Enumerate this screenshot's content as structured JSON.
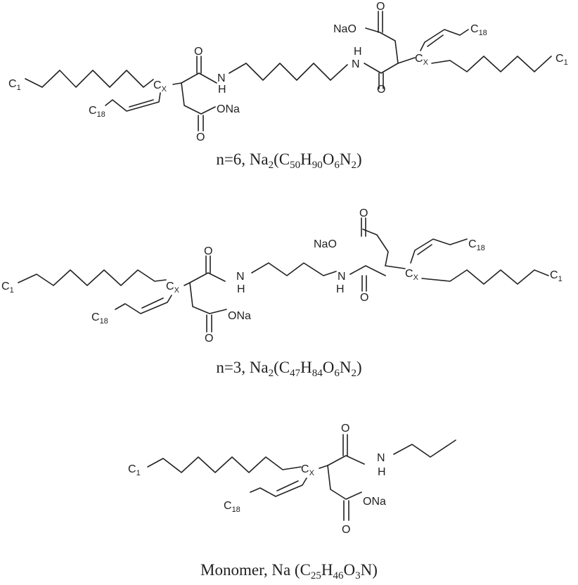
{
  "structures": [
    {
      "name": "dimer-n6",
      "labels": {
        "c1_left": [
          "C",
          "1"
        ],
        "cx_left": [
          "C",
          "X"
        ],
        "c18_left": [
          "C",
          "18"
        ],
        "h_left": "H",
        "n_left": "N",
        "o_amide_left": "O",
        "ona_left": "ONa",
        "o_carbonyl_left": "O",
        "nao_right": "NaO",
        "o_top_right": "O",
        "c18_right": [
          "C",
          "18"
        ],
        "cx_right": [
          "C",
          "X"
        ],
        "c1_right": [
          "C",
          "1"
        ],
        "h_right": "H",
        "n_right": "N",
        "o_amide_right": "O"
      },
      "caption": {
        "prefix": "n=6, Na",
        "na_sub": "2",
        "open": "(",
        "parts": [
          [
            "C",
            "50"
          ],
          [
            "H",
            "90"
          ],
          [
            "O",
            "6"
          ],
          [
            "N",
            "2"
          ]
        ],
        "close": ")"
      }
    },
    {
      "name": "dimer-n3",
      "labels": {
        "c1_left": [
          "C",
          "1"
        ],
        "cx_left": [
          "C",
          "X"
        ],
        "c18_left": [
          "C",
          "18"
        ],
        "h_left": "H",
        "n_left": "N",
        "o_amide_left": "O",
        "ona_left": "ONa",
        "o_carbonyl_left": "O",
        "nao_right": "NaO",
        "o_top_right": "O",
        "c18_right": [
          "C",
          "18"
        ],
        "cx_right": [
          "C",
          "X"
        ],
        "c1_right": [
          "C",
          "1"
        ],
        "h_right": "H",
        "n_right": "N",
        "o_amide_right": "O"
      },
      "caption": {
        "prefix": "n=3, Na",
        "na_sub": "2",
        "open": "(",
        "parts": [
          [
            "C",
            "47"
          ],
          [
            "H",
            "84"
          ],
          [
            "O",
            "6"
          ],
          [
            "N",
            "2"
          ]
        ],
        "close": ")"
      }
    },
    {
      "name": "monomer",
      "labels": {
        "c1_left": [
          "C",
          "1"
        ],
        "cx_left": [
          "C",
          "X"
        ],
        "c18_left": [
          "C",
          "18"
        ],
        "o_amide": "O",
        "n_amide": "N",
        "h_amide": "H",
        "ona": "ONa",
        "o_carbonyl": "O"
      },
      "caption": {
        "prefix": "Monomer, Na (",
        "parts": [
          [
            "C",
            "25"
          ],
          [
            "H",
            "46"
          ],
          [
            "O",
            "3"
          ],
          [
            "N",
            ""
          ]
        ],
        "close": ")"
      }
    }
  ]
}
